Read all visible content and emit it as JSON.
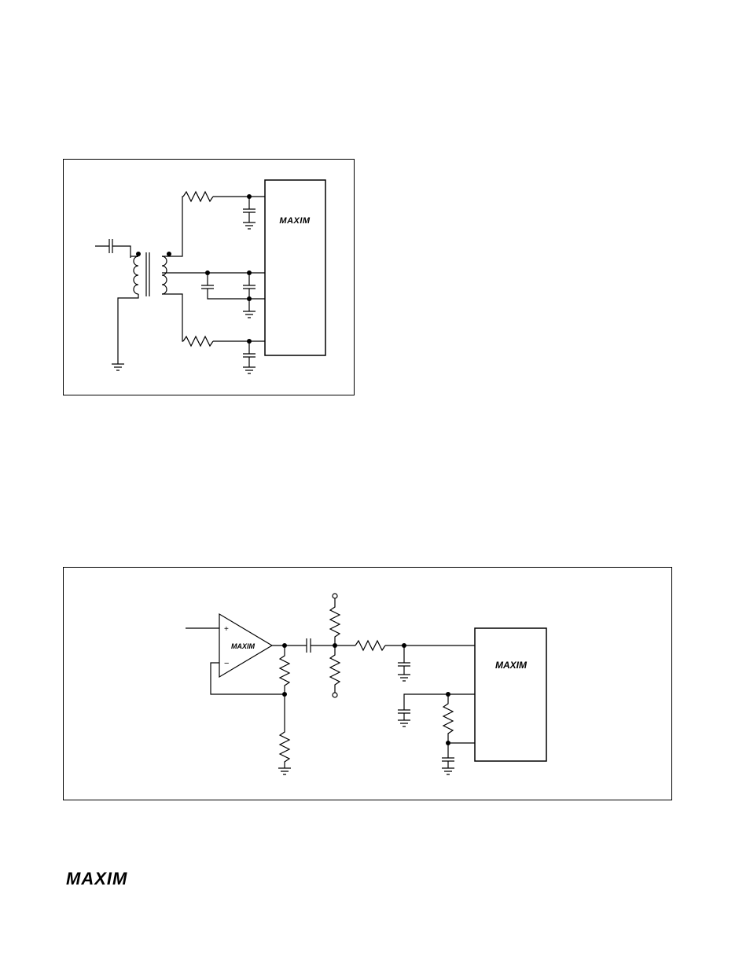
{
  "figure_1": {
    "components": {
      "chip": {
        "brand": "MAXIM"
      },
      "transformer": "center-tapped-transformer",
      "coupling_capacitor": "capacitor",
      "resistors": 2,
      "capacitors": 4
    }
  },
  "figure_2": {
    "components": {
      "op_amp": {
        "brand": "MAXIM",
        "plus_sign": "+",
        "minus_sign": "−"
      },
      "chip": {
        "brand": "MAXIM"
      },
      "resistors": 6,
      "capacitors": 4
    }
  },
  "footer": {
    "logo": "MAXIM"
  }
}
